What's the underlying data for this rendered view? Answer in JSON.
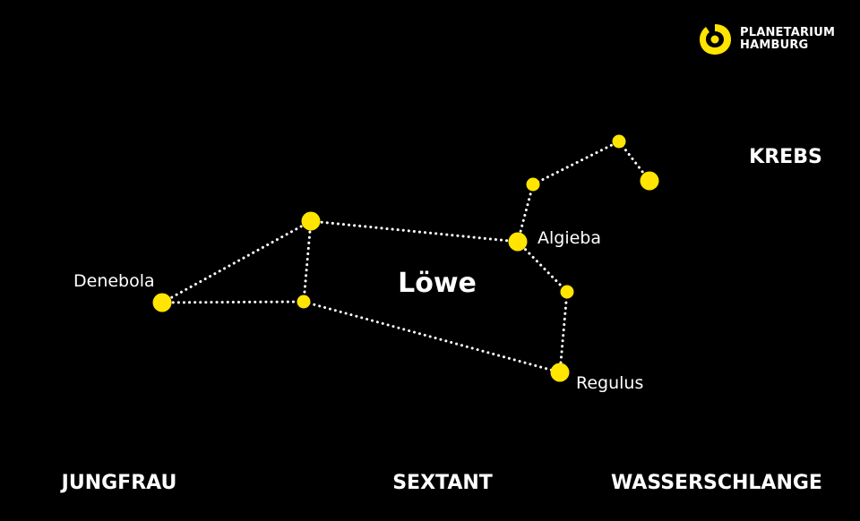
{
  "logo": {
    "line1": "PLANETARIUM",
    "line2": "HAMBURG",
    "icon": "planetarium-logo-icon",
    "color": "#FFE500"
  },
  "colors": {
    "background": "#000000",
    "star": "#FFE500",
    "line": "#FFFFFF",
    "text": "#FFFFFF"
  },
  "constellation": {
    "name": "Löwe",
    "stars": [
      {
        "id": "denebola",
        "label": "Denebola",
        "size": "large"
      },
      {
        "id": "zosma",
        "label": "",
        "size": "large"
      },
      {
        "id": "chertan",
        "label": "",
        "size": "small"
      },
      {
        "id": "algieba",
        "label": "Algieba",
        "size": "large"
      },
      {
        "id": "adhafera",
        "label": "",
        "size": "small"
      },
      {
        "id": "rasalas",
        "label": "",
        "size": "small"
      },
      {
        "id": "ras-elased",
        "label": "",
        "size": "large"
      },
      {
        "id": "eta-leonis",
        "label": "",
        "size": "small"
      },
      {
        "id": "regulus",
        "label": "Regulus",
        "size": "large"
      }
    ],
    "links": [
      [
        "denebola",
        "zosma"
      ],
      [
        "denebola",
        "chertan"
      ],
      [
        "zosma",
        "chertan"
      ],
      [
        "zosma",
        "algieba"
      ],
      [
        "chertan",
        "regulus"
      ],
      [
        "algieba",
        "adhafera"
      ],
      [
        "adhafera",
        "rasalas"
      ],
      [
        "rasalas",
        "ras-elased"
      ],
      [
        "algieba",
        "eta-leonis"
      ],
      [
        "eta-leonis",
        "regulus"
      ]
    ]
  },
  "neighbors": [
    {
      "id": "krebs",
      "label": "KREBS"
    },
    {
      "id": "jungfrau",
      "label": "JUNGFRAU"
    },
    {
      "id": "sextant",
      "label": "SEXTANT"
    },
    {
      "id": "wasserschlange",
      "label": "WASSERSCHLANGE"
    }
  ]
}
